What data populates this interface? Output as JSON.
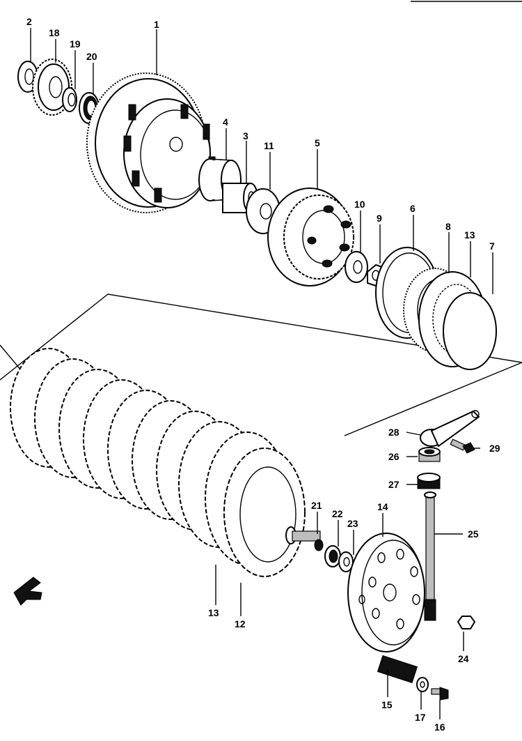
{
  "diagram": {
    "callouts": {
      "c1": "1",
      "c2": "2",
      "c3": "3",
      "c4": "4",
      "c5": "5",
      "c6": "6",
      "c7": "7",
      "c8": "8",
      "c9": "9",
      "c10": "10",
      "c11": "11",
      "c12": "12",
      "c13a": "13",
      "c13b": "13",
      "c14": "14",
      "c15": "15",
      "c16": "16",
      "c17": "17",
      "c18": "18",
      "c19": "19",
      "c20": "20",
      "c21": "21",
      "c22": "22",
      "c23": "23",
      "c24": "24",
      "c25": "25",
      "c26": "26",
      "c27": "27",
      "c28": "28",
      "c29": "29"
    },
    "icons": {
      "front_arrow": "arrow-icon"
    }
  }
}
